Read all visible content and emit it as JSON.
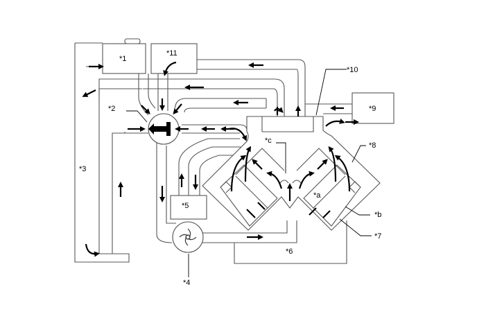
{
  "diagram": {
    "labels": {
      "c1": "*1",
      "c2": "*2",
      "c3": "*3",
      "c4": "*4",
      "c5": "*5",
      "c6": "*6",
      "c7": "*7",
      "c8": "*8",
      "c9": "*9",
      "c10": "*10",
      "c11": "*11",
      "ca": "*a",
      "cb": "*b",
      "cc": "*c"
    },
    "colors": {
      "line": "#555555",
      "arrow": "#000000",
      "background": "#ffffff"
    }
  }
}
